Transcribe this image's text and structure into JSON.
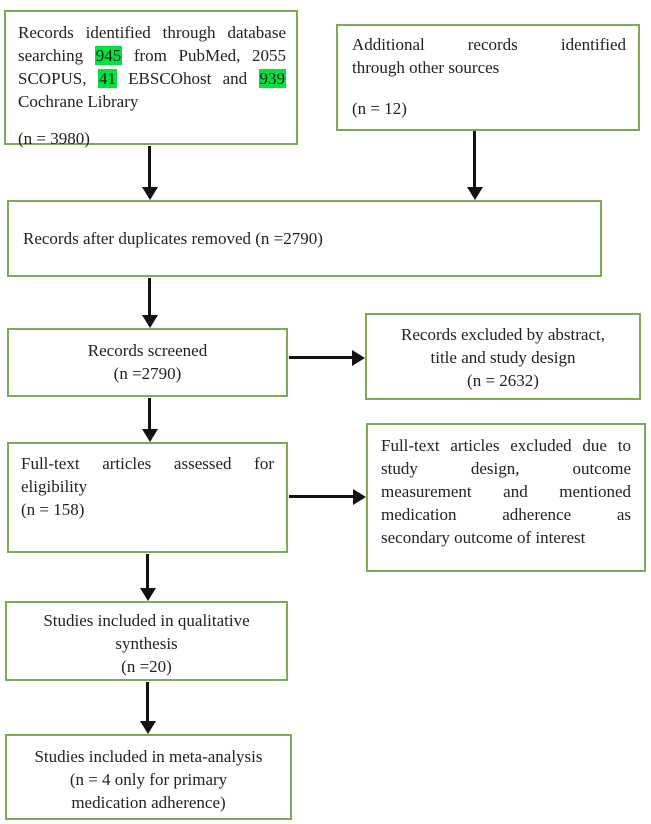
{
  "colors": {
    "box_border": "#7bab56",
    "highlight": "#00e33c",
    "arrow": "#121212",
    "text": "#222222"
  },
  "boxes": {
    "identified": {
      "line1": "Records identified through database",
      "line2_pre": "searching ",
      "line2_hl": "945",
      "line2_post": " from PubMed, 2055",
      "line3_pre": "SCOPUS, ",
      "line3_hl": "41",
      "line3_mid": " EBSCOhost and ",
      "line3_hl2": "939",
      "line4": "Cochrane Library",
      "count": "(n = 3980)"
    },
    "additional": {
      "line1": "Additional records identified",
      "line2": "through other sources",
      "count": "(n = 12)"
    },
    "duplicates_removed": {
      "text": "Records after duplicates removed (n =2790)"
    },
    "screened": {
      "line1": "Records screened",
      "count": "(n =2790)"
    },
    "excluded_screening": {
      "line1": "Records excluded by abstract,",
      "line2": "title and study design",
      "count": "(n = 2632)"
    },
    "fulltext_assessed": {
      "line1": "Full-text articles assessed for",
      "line2": "eligibility",
      "count": "(n = 158)"
    },
    "fulltext_excluded": {
      "line1": "Full-text articles excluded due to",
      "line2": "study design, outcome",
      "line3": "measurement and mentioned",
      "line4": "medication adherence as",
      "line5": "secondary outcome of interest"
    },
    "qualitative_synthesis": {
      "line1": "Studies included in qualitative",
      "line2": "synthesis",
      "count": "(n =20)"
    },
    "meta_analysis": {
      "line1": "Studies included in meta-analysis",
      "line2": "(n = 4 only for primary",
      "line3": "medication adherence)"
    }
  }
}
